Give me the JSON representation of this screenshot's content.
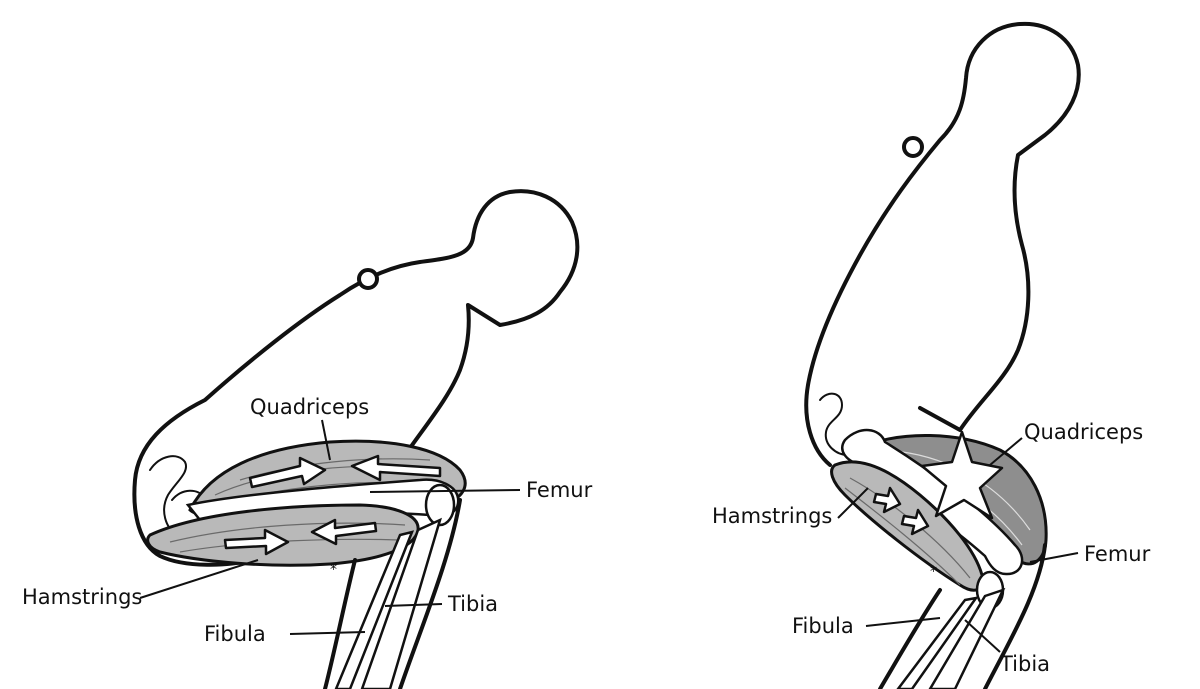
{
  "left": {
    "quadriceps": "Quadriceps",
    "femur": "Femur",
    "hamstrings": "Hamstrings",
    "tibia": "Tibia",
    "fibula": "Fibula"
  },
  "right": {
    "quadriceps": "Quadriceps",
    "hamstrings": "Hamstrings",
    "femur": "Femur",
    "fibula": "Fibula",
    "tibia": "Tibia"
  }
}
